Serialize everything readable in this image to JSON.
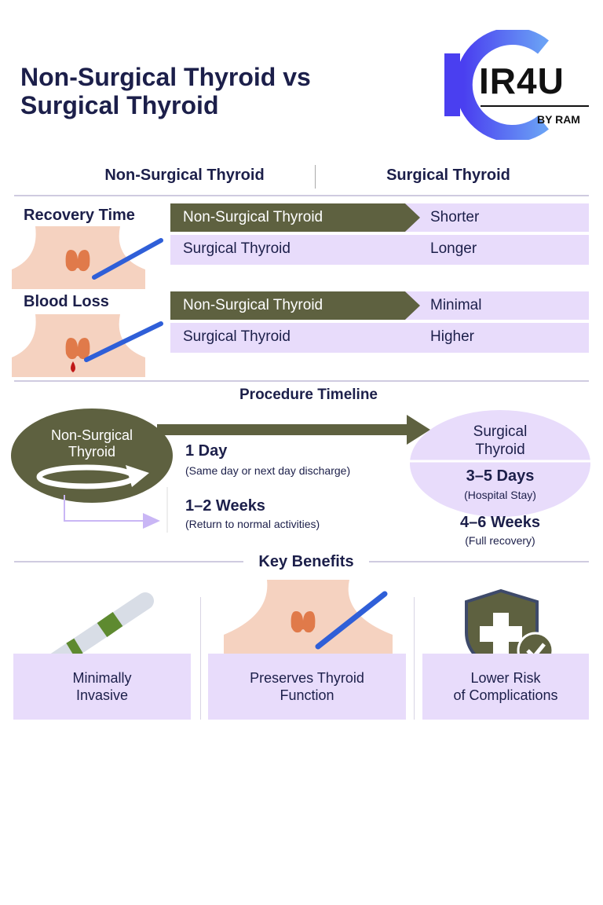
{
  "title": {
    "line1": "Non-Surgical Thyroid vs",
    "line2": "Surgical Thyroid"
  },
  "logo": {
    "text": "IR4U",
    "sub": "BY RAM"
  },
  "columns": [
    "Non-Surgical Thyroid",
    "Surgical Thyroid"
  ],
  "comparisons": [
    {
      "label": "Recovery Time",
      "rows": [
        {
          "name": "Non-Surgical Thyroid",
          "value": "Shorter"
        },
        {
          "name": "Surgical Thyroid",
          "value": "Longer"
        }
      ]
    },
    {
      "label": "Blood Loss",
      "rows": [
        {
          "name": "Non-Surgical Thyroid",
          "value": "Minimal"
        },
        {
          "name": "Surgical Thyroid",
          "value": "Higher"
        }
      ]
    }
  ],
  "timeline": {
    "heading": "Procedure Timeline",
    "non_surgical": {
      "label1": "Non-Surgical",
      "label2": "Thyroid",
      "step1": "1 Day",
      "step1_note": "(Same day or next day discharge)",
      "step2": "1–2 Weeks",
      "step2_note": "(Return to normal activities)"
    },
    "surgical": {
      "label1": "Surgical",
      "label2": "Thyroid",
      "step1": "3–5 Days",
      "step1_note": "(Hospital Stay)",
      "step2": "4–6 Weeks",
      "step2_note": "(Full recovery)"
    }
  },
  "benefits": {
    "heading": "Key Benefits",
    "items": [
      {
        "line1": "Minimally",
        "line2": "Invasive"
      },
      {
        "line1": "Preserves Thyroid",
        "line2": "Function"
      },
      {
        "line1": "Lower Risk",
        "line2": "of Complications"
      }
    ]
  },
  "colors": {
    "olive": "#5e6140",
    "lavender": "#e8dcfb",
    "navy": "#1c1f4a",
    "logo": "#5b5cf0"
  }
}
